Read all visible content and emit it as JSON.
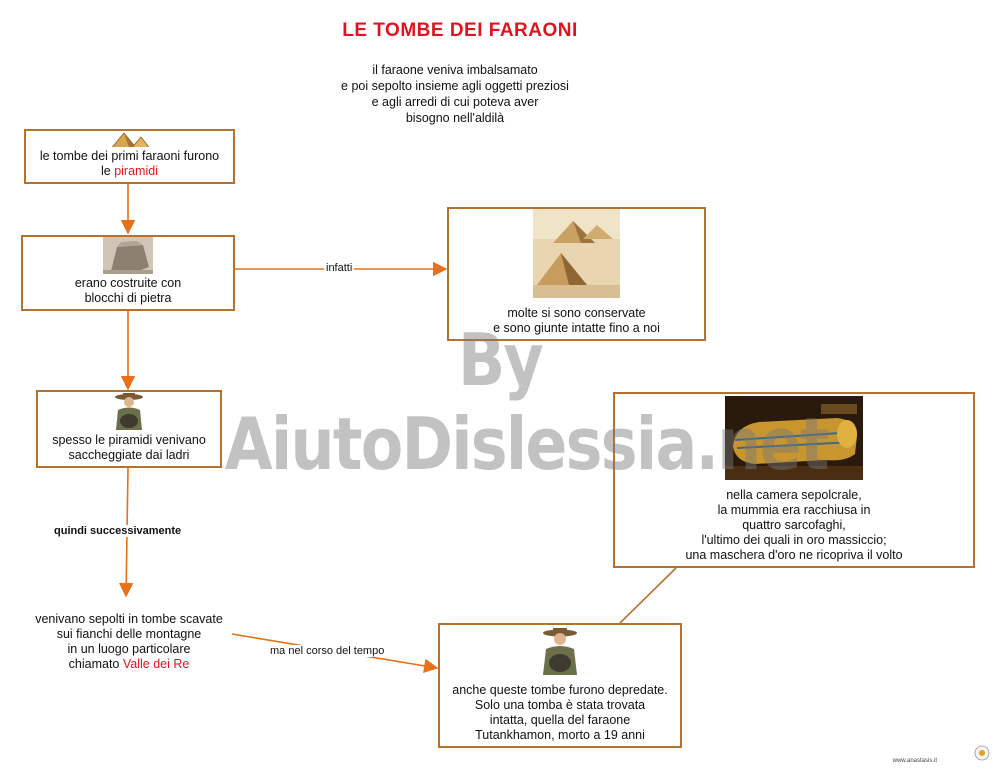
{
  "title": "LE TOMBE DEI FARAONI",
  "intro": "il faraone veniva imbalsamato\ne poi sepolto insieme agli oggetti preziosi\ne agli arredi di cui poteva aver\nbisogno nell'aldilà",
  "nodes": {
    "piramidi": {
      "text_before": "le tombe dei primi faraoni furono\nle ",
      "highlight": "piramidi",
      "icon": "pyramids-icon"
    },
    "blocchi": {
      "text": "erano costruite con\nblocchi di pietra",
      "icon": "stone-block-icon"
    },
    "conservate": {
      "text": "molte si sono conservate\ne sono giunte intatte fino a noi",
      "icon": "giza-pyramids-icon"
    },
    "saccheggiate": {
      "text": "spesso le piramidi venivano\nsaccheggiate dai ladri",
      "icon": "thief-icon"
    },
    "valle": {
      "text_before": "venivano sepolti in tombe scavate\nsui fianchi delle montagne\nin un luogo particolare\nchiamato ",
      "highlight": "Valle dei Re"
    },
    "depredate": {
      "text": "anche queste tombe furono depredate.\nSolo una tomba è stata trovata\nintatta, quella del faraone\nTutankhamon, morto a 19 anni",
      "icon": "thief-icon"
    },
    "sarcofago": {
      "text": "nella camera sepolcrale,\nla mummia era racchiusa in\nquattro sarcofaghi,\nl'ultimo dei quali in oro massiccio;\nuna maschera d'oro ne ricopriva il volto",
      "icon": "sarcophagus-icon"
    }
  },
  "links": {
    "infatti": "infatti",
    "quindi": "quindi successivamente",
    "corso": "ma nel corso del tempo"
  },
  "colors": {
    "title": "#e0141e",
    "border": "#b5712e",
    "arrow": "#e8701a"
  },
  "watermark": "By AiutoDislessia.net",
  "credit": "www.anastasis.it"
}
